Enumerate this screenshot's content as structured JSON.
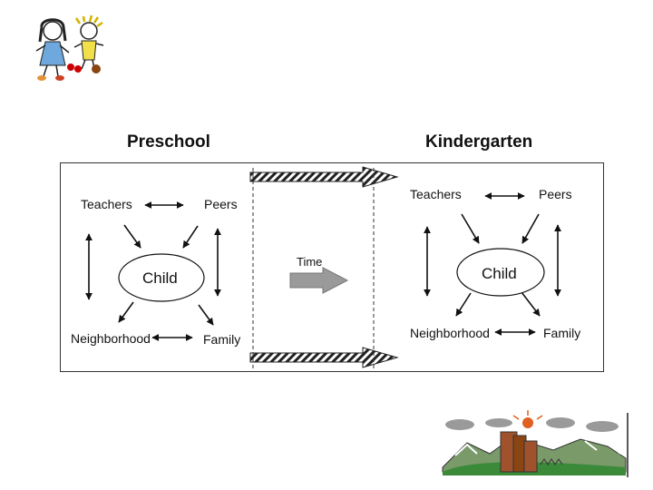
{
  "headings": {
    "left": "Preschool",
    "right": "Kindergarten"
  },
  "preschool": {
    "teachers": "Teachers",
    "peers": "Peers",
    "child": "Child",
    "neighborhood": "Neighborhood",
    "family": "Family"
  },
  "kindergarten": {
    "teachers": "Teachers",
    "peers": "Peers",
    "child": "Child",
    "neighborhood": "Neighborhood",
    "family": "Family"
  },
  "transition": {
    "time_label": "Time"
  },
  "colors": {
    "arrow_gray": "#9a9a9a",
    "line": "#111111",
    "frame": "#333333"
  }
}
